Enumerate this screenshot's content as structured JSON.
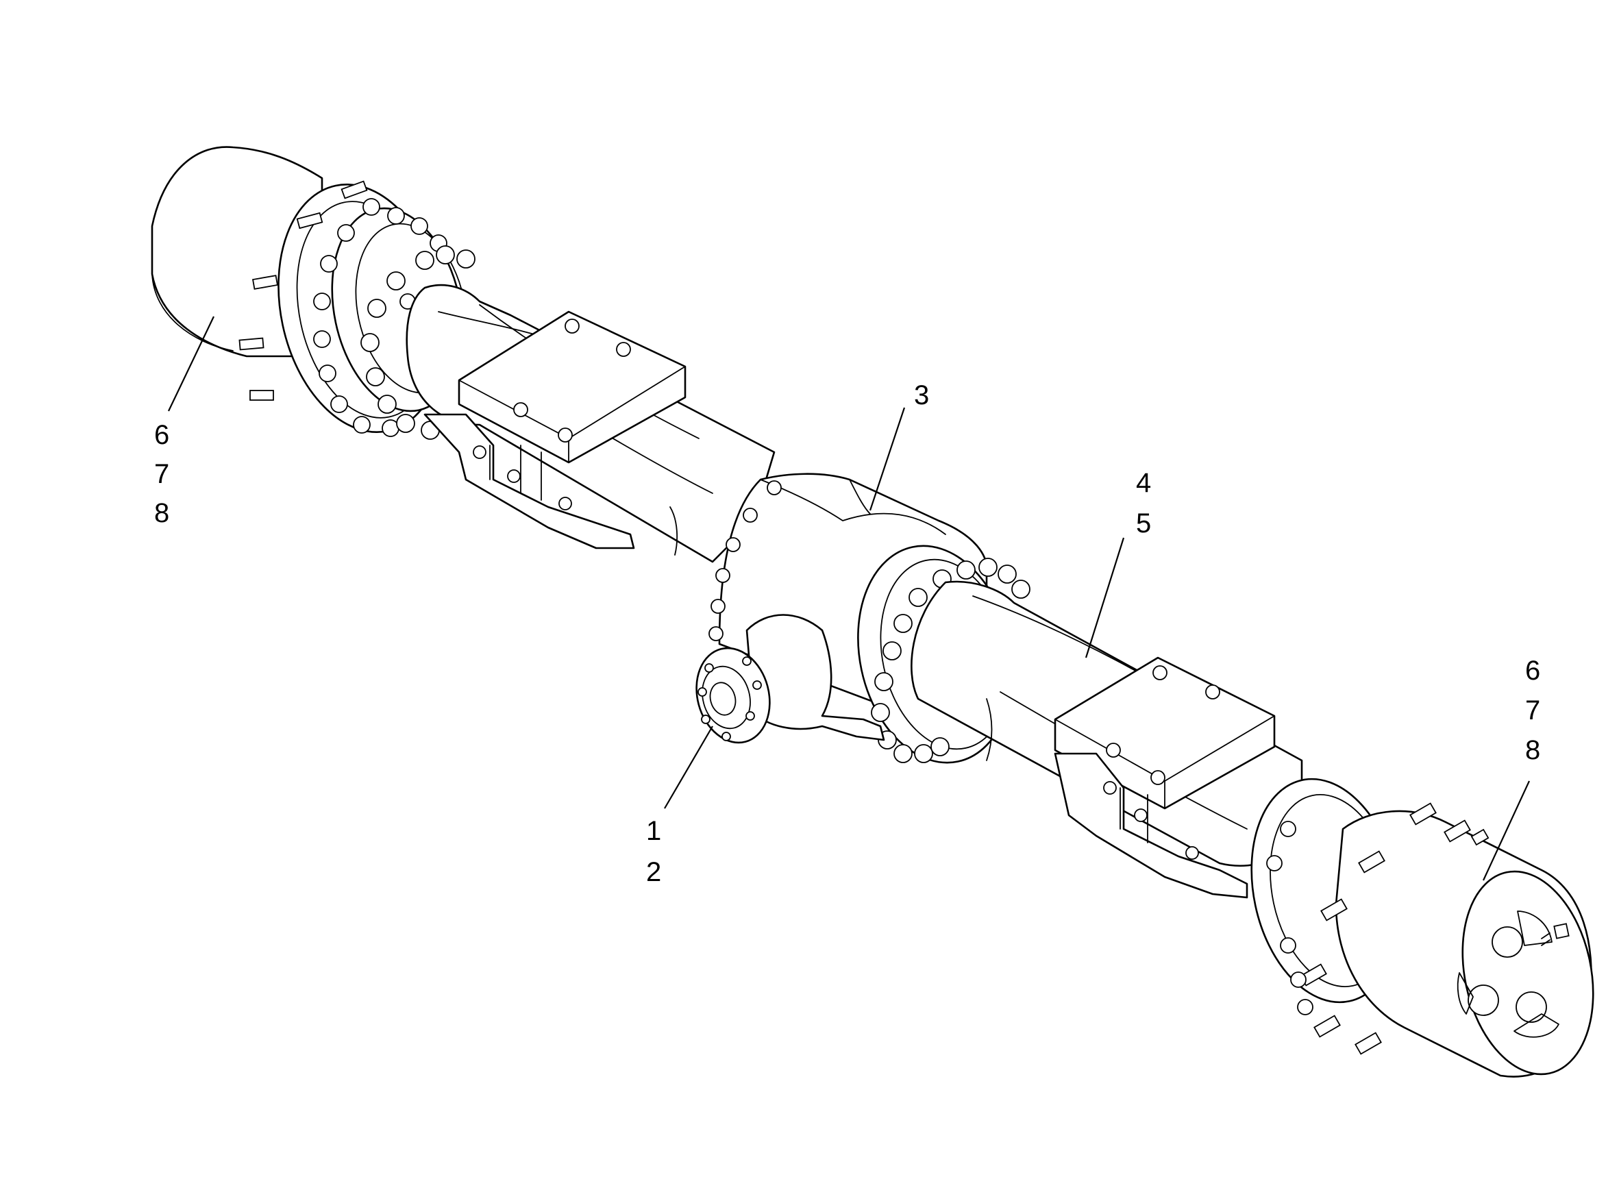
{
  "diagram": {
    "callouts": [
      {
        "id": "left-hub",
        "lines": [
          "6",
          "7",
          "8"
        ]
      },
      {
        "id": "center-housing",
        "lines": [
          "3"
        ]
      },
      {
        "id": "right-tube",
        "lines": [
          "4",
          "5"
        ]
      },
      {
        "id": "input-flange",
        "lines": [
          "1",
          "2"
        ]
      },
      {
        "id": "right-hub",
        "lines": [
          "6",
          "7",
          "8"
        ]
      }
    ]
  }
}
